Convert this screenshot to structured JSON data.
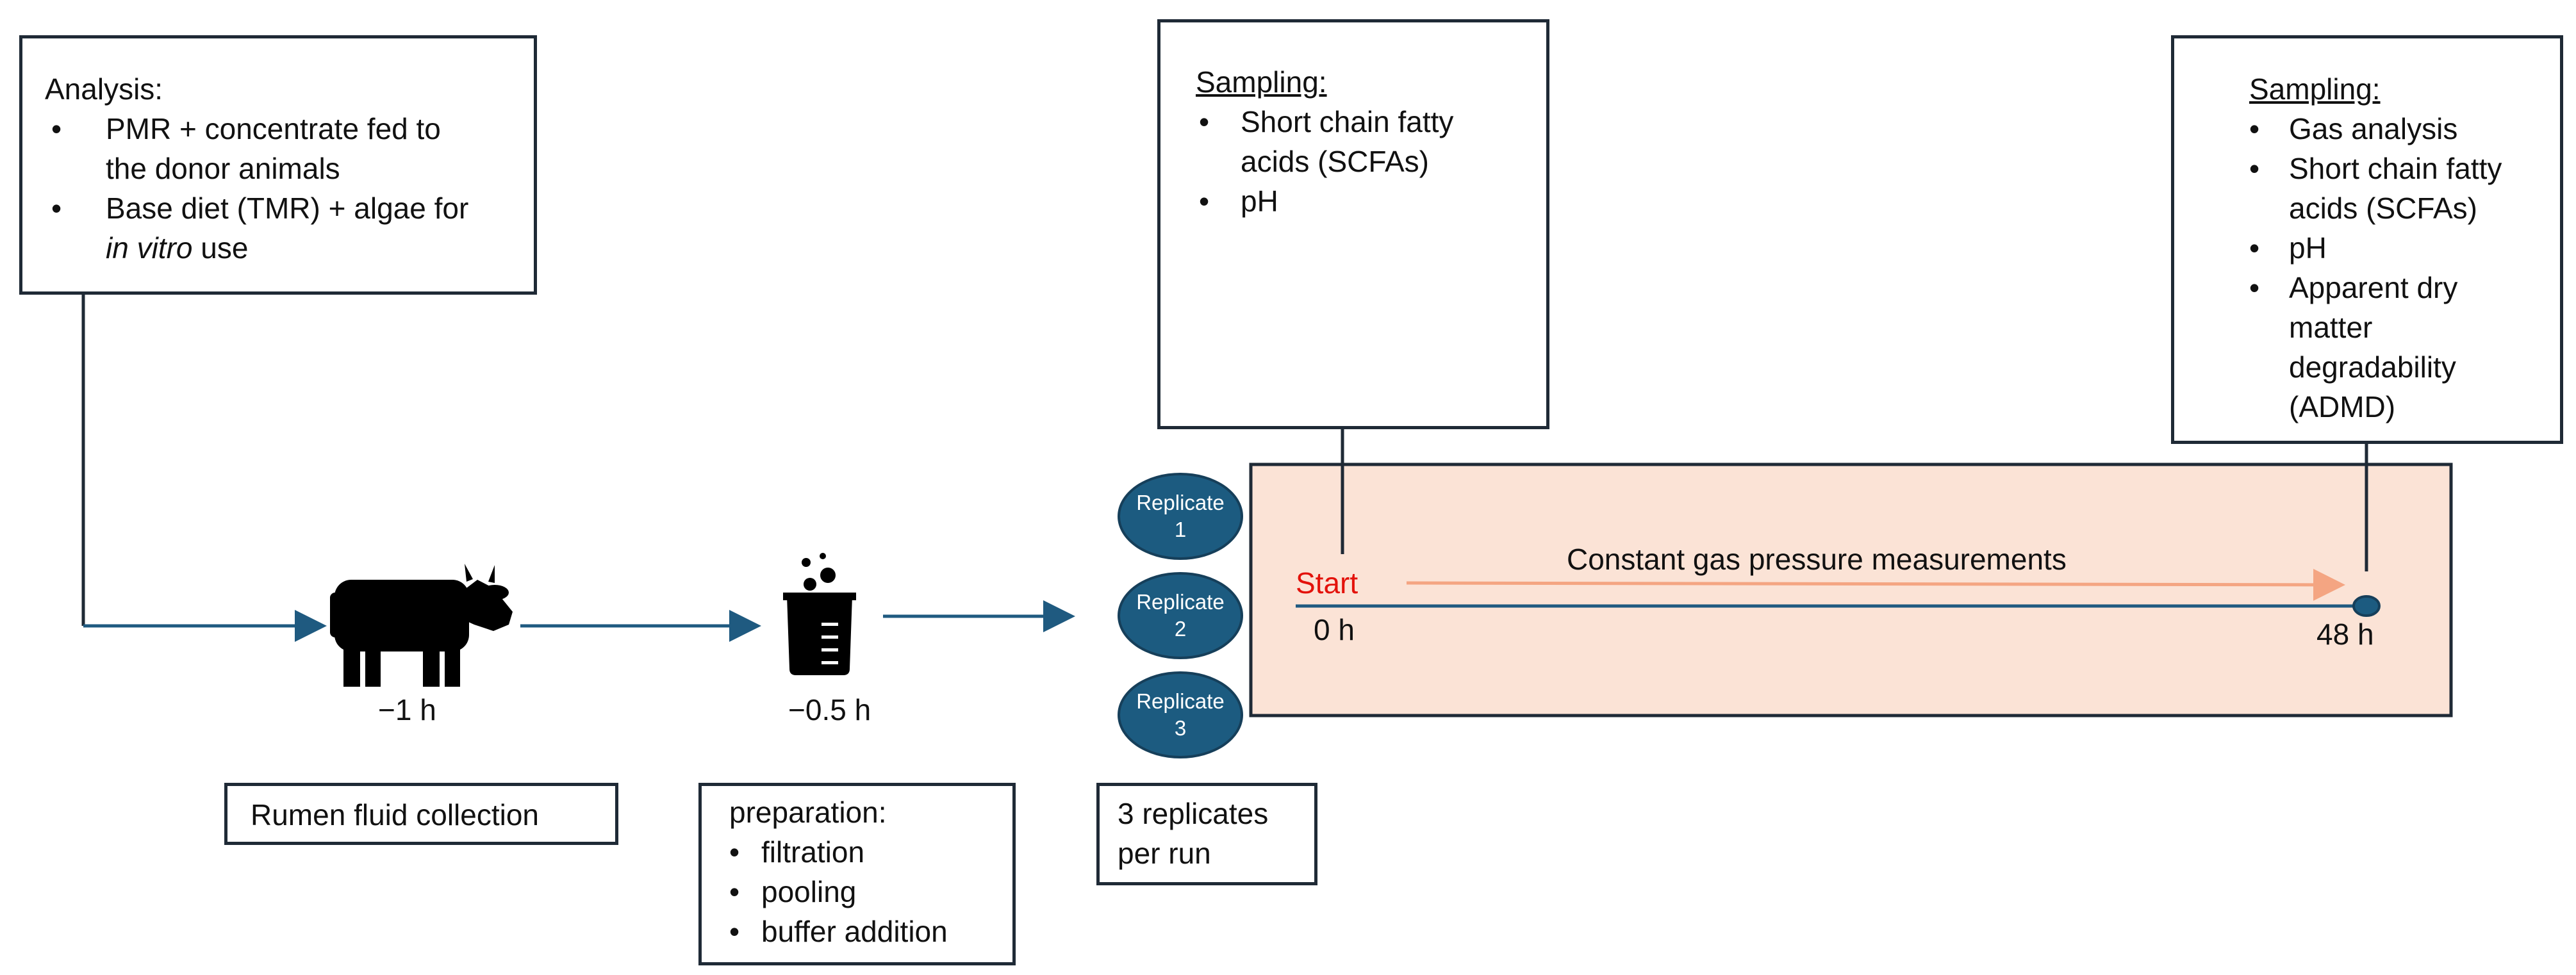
{
  "analysis": {
    "title": "Analysis:",
    "items": [
      "PMR + concentrate fed to",
      "the donor animals",
      "Base diet (TMR) + algae for",
      "in vitro",
      "use"
    ]
  },
  "sampling_start": {
    "title": "Sampling:",
    "items": [
      "Short chain fatty",
      "acids (SCFAs)",
      "pH"
    ]
  },
  "sampling_end": {
    "title": "Sampling:",
    "items": [
      "Gas analysis",
      "Short chain fatty",
      "acids (SCFAs)",
      "pH",
      "Apparent dry",
      "matter",
      "degradability",
      "(ADMD)"
    ]
  },
  "timepoints": {
    "cow": "−1 h",
    "beaker": "−0.5 h",
    "start": "0 h",
    "end": "48 h"
  },
  "start_label": "Start",
  "constant_label": "Constant gas pressure measurements",
  "replicates": [
    {
      "word": "Replicate",
      "num": "1"
    },
    {
      "word": "Replicate",
      "num": "2"
    },
    {
      "word": "Replicate",
      "num": "3"
    }
  ],
  "rumen_box": "Rumen fluid collection",
  "prep": {
    "title": "preparation:",
    "items": [
      "filtration",
      "pooling",
      "buffer addition"
    ]
  },
  "rep_box": [
    "3 replicates",
    "per run"
  ],
  "bullet": "•",
  "colors": {
    "arrow": "#1f5a80",
    "incubation_fill": "#fbe3d6",
    "start_red": "#e3120b",
    "orange_arrow": "#f4a582"
  },
  "icons": {
    "cow": "cow-icon",
    "beaker": "beaker-icon"
  }
}
